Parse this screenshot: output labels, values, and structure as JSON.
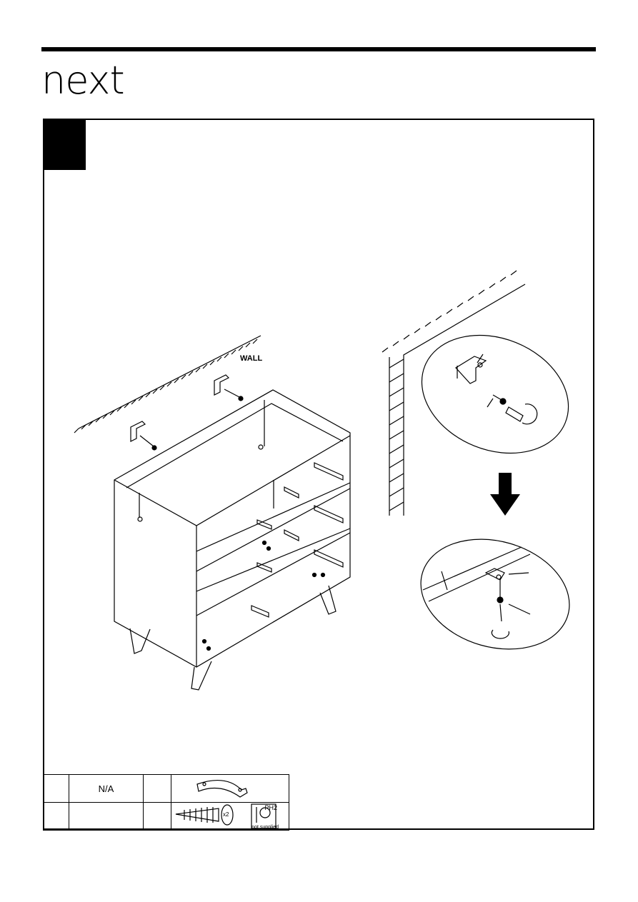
{
  "brand": {
    "logo_text": "next"
  },
  "step": {
    "number": ""
  },
  "labels": {
    "wall": "WALL"
  },
  "parts": {
    "rows": [
      {
        "id": "",
        "qty": "N/A",
        "code": "",
        "item": "bracket"
      },
      {
        "id": "",
        "qty": "",
        "code": "",
        "item": "screw"
      }
    ],
    "screw_quantity": "x2",
    "tool_label": "PH2",
    "tool_note": "not supplied"
  }
}
